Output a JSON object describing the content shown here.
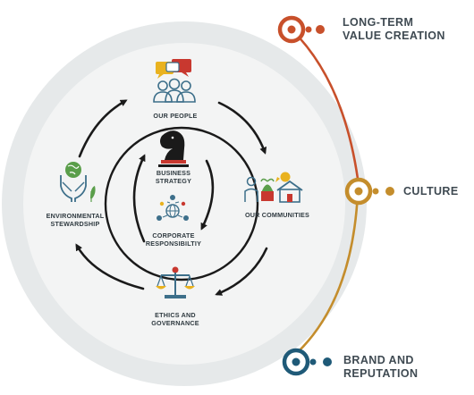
{
  "diagram": {
    "center": {
      "strategy_label": "BUSINESS STRATEGY",
      "responsibility_label": "CORPORATE RESPONSIBILTIY"
    },
    "nodes": [
      {
        "key": "people",
        "label": "OUR PEOPLE",
        "icon": "people-chat-icon"
      },
      {
        "key": "communities",
        "label": "OUR COMMUNITIES",
        "icon": "community-house-icon"
      },
      {
        "key": "ethics",
        "label": "ETHICS AND GOVERNANCE",
        "icon": "scales-icon"
      },
      {
        "key": "environment",
        "label": "ENVIRONMENTAL STEWARDSHIP",
        "icon": "globe-hands-icon"
      }
    ]
  },
  "timeline": {
    "items": [
      {
        "label": "LONG-TERM VALUE CREATION",
        "color": "#c8502b"
      },
      {
        "label": "CULTURE",
        "color": "#c48d2c"
      },
      {
        "label": "BRAND AND REPUTATION",
        "color": "#1f5a78"
      }
    ]
  },
  "colors": {
    "outer_ring": "#e6e9ea",
    "inner_disc": "#f3f4f4",
    "arrows": "#1a1a1a",
    "icon_blue": "#3d6f8a",
    "icon_red": "#c8382f",
    "icon_yellow": "#e9b21f",
    "icon_green": "#5a9e4a"
  }
}
